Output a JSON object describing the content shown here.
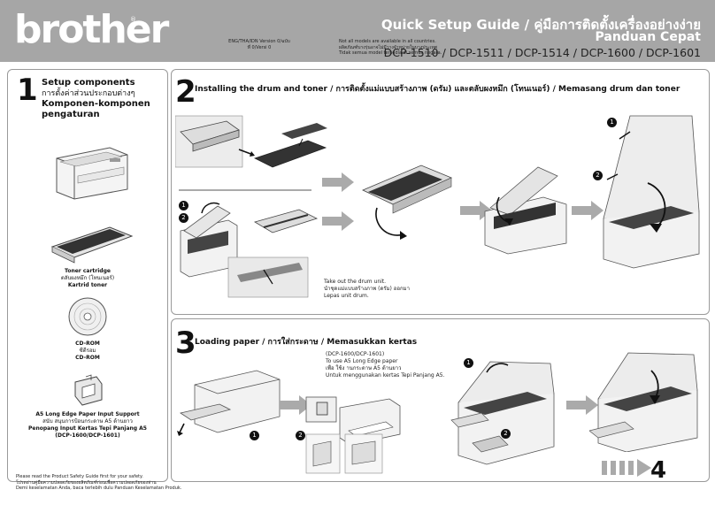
{
  "header": {
    "brand": "brother",
    "brand_tm": "®",
    "version": "ENG/THA/IDN Version 0/ฉบับที่ 0/Versi 0",
    "note_lines": [
      "Not all models are available in all countries.",
      "ผลิตภัณฑ์บางรุ่นอาจไม่มีวางจำหน่ายในบางประเทศ",
      "Tidak semua model tersedia di semua negara."
    ],
    "title_line": "Quick Setup Guide / คู่มือการติดตั้งเครื่องอย่างง่าย",
    "title_line2": "Panduan Cepat",
    "models": "DCP-1510 / DCP-1511 / DCP-1514 / DCP-1600 / DCP-1601"
  },
  "step1": {
    "number": "1",
    "title_en": "Setup components",
    "title_th": "การตั้งค่าส่วนประกอบต่างๆ",
    "title_id1": "Komponen-komponen",
    "title_id2": "pengaturan",
    "items": [
      {
        "en": "Toner cartridge",
        "th": "ตลับผงหมึก (โทนเนอร์)",
        "id": "Kartrid toner"
      },
      {
        "en": "CD-ROM",
        "th": "ซีดีรอม",
        "id": "CD-ROM"
      },
      {
        "en": "A5 Long Edge Paper Input Support",
        "th": "สนับ สนุนการป้อนกระดาษ A5 ด้านยาว",
        "id": "Penopang Input Kertas Tepi Panjang A5",
        "note": "(DCP-1600/DCP-1601)"
      }
    ]
  },
  "step2": {
    "number": "2",
    "title": "Installing the drum and toner / การติดตั้งแม่แบบสร้างภาพ (ดรัม) และตลับผงหมึก (โทนเนอร์) / Memasang drum dan toner",
    "note_lines": [
      "Take out the drum unit.",
      "นำชุดแม่แบบสร้างภาพ (ดรัม) ออกมา",
      "Lepas unit drum."
    ],
    "badges": [
      "1",
      "2",
      "1",
      "2"
    ]
  },
  "step3": {
    "number": "3",
    "title": "Loading paper / การใส่กระดาษ / Memasukkan kertas",
    "note_lines": [
      "(DCP-1600/DCP-1601)",
      "To use A5 Long Edge paper",
      "เพื่อ ใช้ง านกระดาษ A5 ด้านยาว",
      "Untuk menggunakan kertas Tepi Panjang A5."
    ],
    "badges": [
      "1",
      "2",
      "1",
      "2"
    ]
  },
  "next_step": "4",
  "safety": [
    "Please read the Product Safety Guide first for your safety.",
    "โปรดอ่านคู่มือความปลอดภัยของผลิตภัณฑ์ก่อนเพื่อความปลอดภัยของท่าน",
    "Demi keselamatan Anda, baca terlebih dulu Panduan Keselamatan Produk."
  ]
}
